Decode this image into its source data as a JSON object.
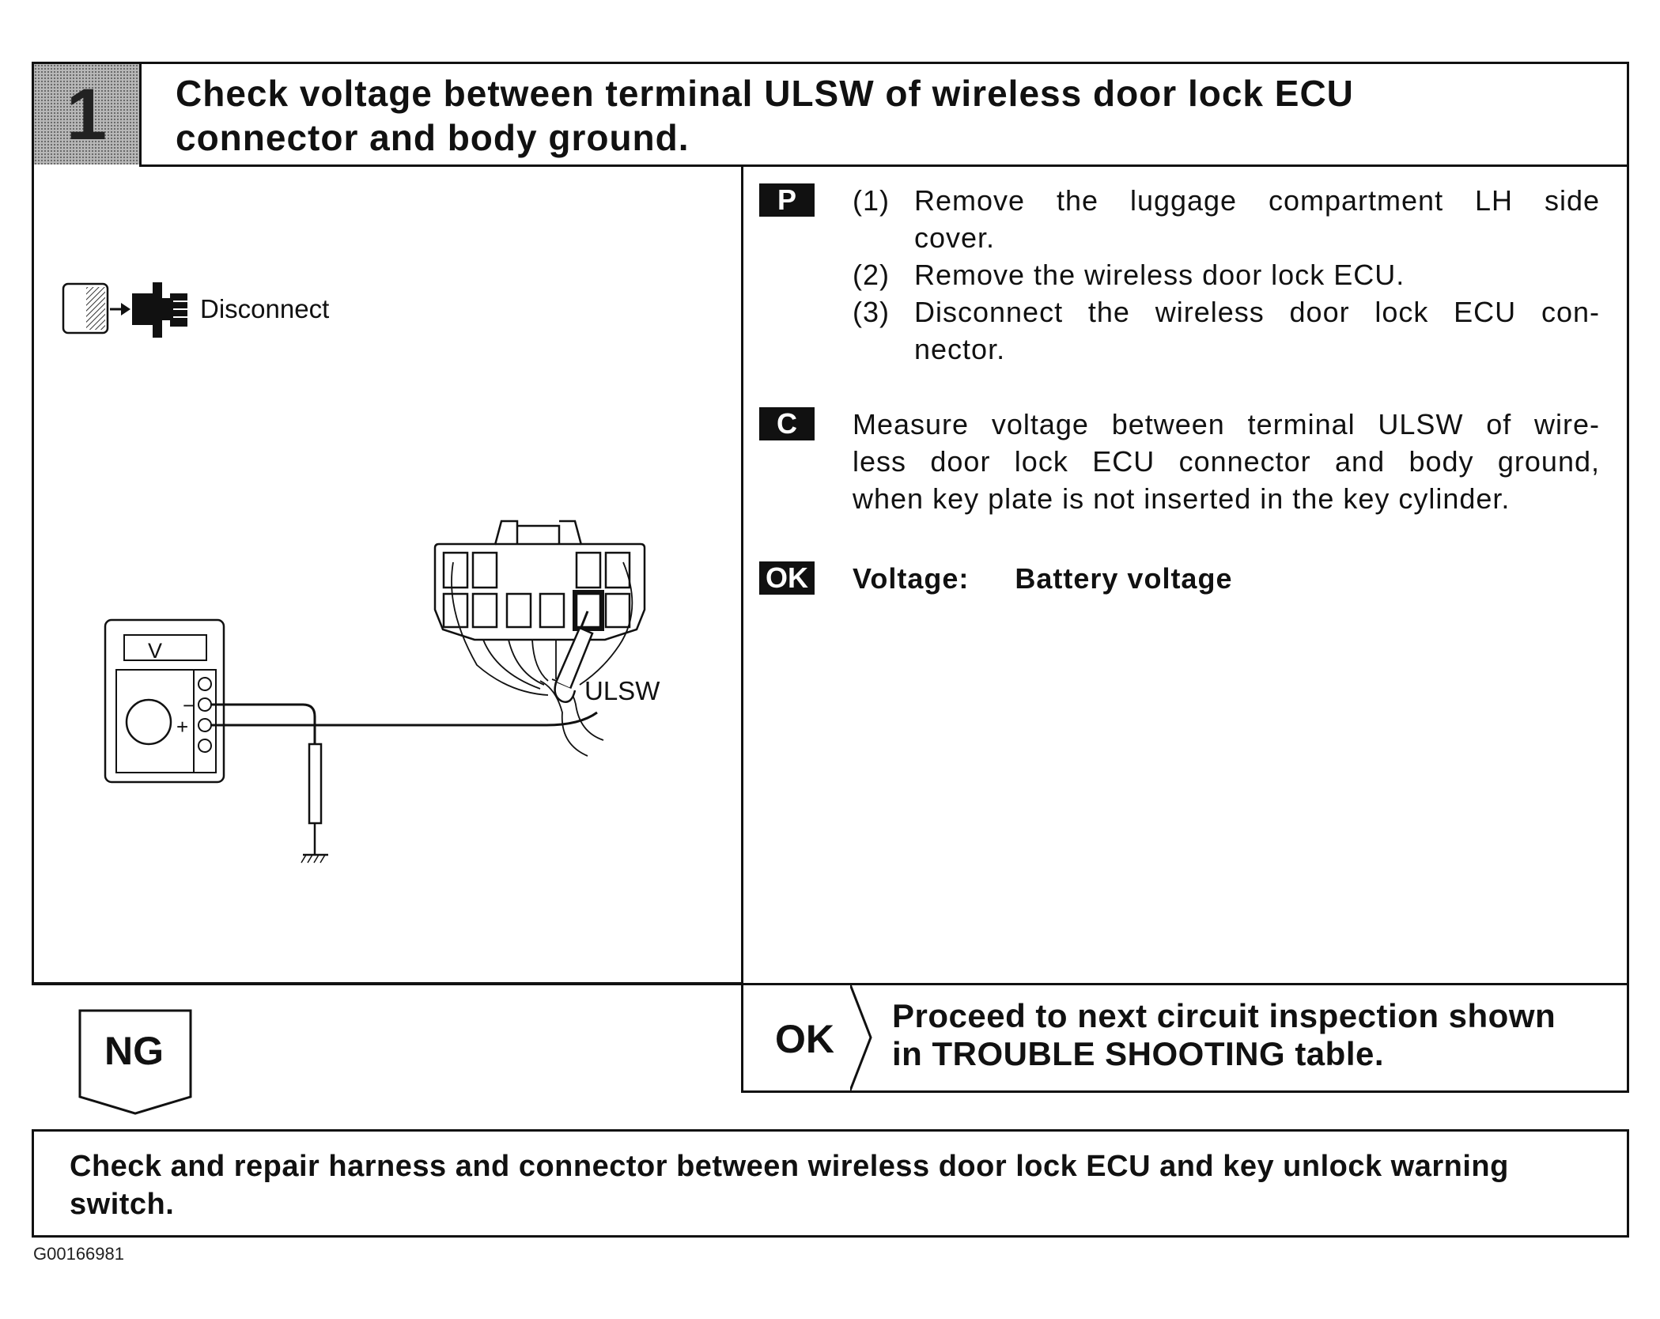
{
  "step": {
    "number": "1",
    "title_line1": "Check voltage between terminal ULSW of wireless door lock ECU",
    "title_line2": "connector and body ground."
  },
  "diagram": {
    "disconnect_label": "Disconnect",
    "meter_label": "V",
    "minus": "−",
    "plus": "+",
    "terminal_label": "ULSW"
  },
  "procedure": {
    "badge": "P",
    "steps": [
      {
        "num": "(1)",
        "text_line1": "Remove the luggage compartment LH side",
        "text_line2": "cover."
      },
      {
        "num": "(2)",
        "text": "Remove the wireless door lock ECU."
      },
      {
        "num": "(3)",
        "text_line1": "Disconnect the wireless door lock ECU con-",
        "text_line2": "nector."
      }
    ]
  },
  "check": {
    "badge": "C",
    "lines": [
      "Measure voltage between terminal ULSW of wire-",
      "less door lock ECU connector and body ground,",
      "when key plate is not inserted in the key cylinder."
    ]
  },
  "ok_spec": {
    "badge": "OK",
    "label": "Voltage:",
    "value": "Battery voltage"
  },
  "ok_result": {
    "label": "OK",
    "line1": "Proceed to next circuit inspection shown",
    "line2": "in TROUBLE SHOOTING table."
  },
  "ng_result": {
    "label": "NG"
  },
  "repair": {
    "line1": "Check and repair harness and connector between wireless door lock ECU and key unlock warning",
    "line2": "switch."
  },
  "figure_code": "G00166981"
}
